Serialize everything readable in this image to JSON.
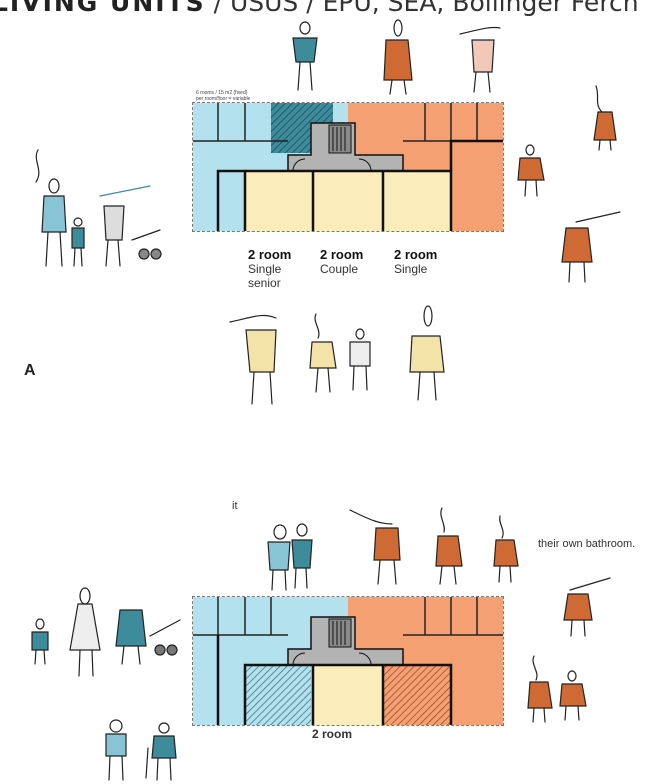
{
  "header": {
    "title_bold": "LIVING UNITS",
    "title_rest": " / USUS / EPU, SEA, Bollinger Ferch"
  },
  "top_plan": {
    "caption": "6 rooms / 15 m2 (fixed)",
    "caption2": "per room/floor = variable",
    "units": [
      {
        "count": "2 room",
        "type": "Single senior"
      },
      {
        "count": "2 room",
        "type": "Couple"
      },
      {
        "count": "2 room",
        "type": "Single"
      }
    ]
  },
  "side_letter": "A",
  "bottom_fragment_left": "it",
  "bottom_fragment_right": "their own bathroom.",
  "bottom_plan": {
    "unit_label": "2 room"
  },
  "colors": {
    "blue": "#b4e1ee",
    "orange": "#f5a072",
    "cream": "#fbecbb",
    "grey": "#b3b3b3",
    "teal": "#3d8b9b",
    "rust": "#c75a2c"
  }
}
